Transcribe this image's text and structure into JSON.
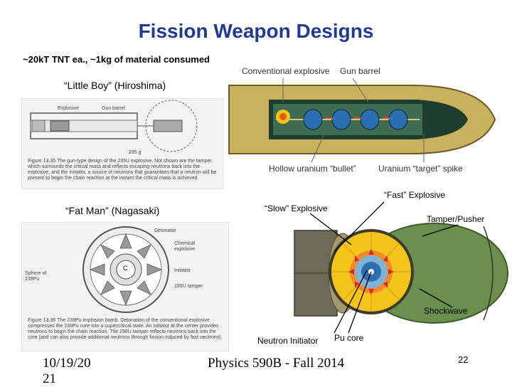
{
  "slide": {
    "title": "Fission Weapon Designs",
    "subtitle": "~20kT TNT ea., ~1kg of material consumed",
    "little_boy_label": "“Little Boy” (Hiroshima)",
    "fat_man_label": "“Fat Man” (Nagasaki)",
    "fast_explosive_label": "“Fast” Explosive",
    "slow_explosive_label": "“Slow” Explosive",
    "tamper_label": "Tamper/Pusher",
    "shockwave_label": "Shockwave",
    "initiator_label": "Neutron Initiator",
    "pu_core_label": "Pu core",
    "date": "10/19/20\n21",
    "course": "Physics 590B - Fall 2014",
    "page_number": "22"
  },
  "gun_diagram": {
    "conventional_explosive": "Conventional explosive",
    "gun_barrel": "Gun barrel",
    "hollow_bullet": "Hollow uranium “bullet”",
    "target_spike": "Uranium “target” spike"
  },
  "figure_gun": {
    "explosive": "Explosive",
    "gun_barrel": "Gun barrel",
    "mass": "235 g",
    "caption": "Figure 13.35 The gun-type design of the 235U explosive. Not shown are the tamper, which surrounds the critical mass and reflects escaping neutrons back into the explosive, and the initiator, a source of neutrons that guarantees that a neutron will be present to begin the chain reaction at the instant the critical mass is achieved."
  },
  "figure_implosion": {
    "detonator": "Detonator",
    "chemical_explosive": "Chemical explosive",
    "sphere": "Sphere of 239Pu",
    "initiator": "Initiator",
    "tamper": "235U tamper",
    "center": "C",
    "caption": "Figure 13.36 The 239Pu implosion bomb. Detonation of the conventional explosive compresses the 239Pu core into a supercritical state. An initiator at the center provides neutrons to begin the chain reaction. The 238U tamper reflects neutrons back into the core (and can also provide additional neutrons through fission induced by fast neutrons)."
  },
  "colors": {
    "title": "#1f3a93",
    "bomb_body": "#c9b25e",
    "explosive_yellow": "#f3c51a",
    "tamper_green": "#6a8f4e",
    "core_blue": "#2b6fb3"
  }
}
